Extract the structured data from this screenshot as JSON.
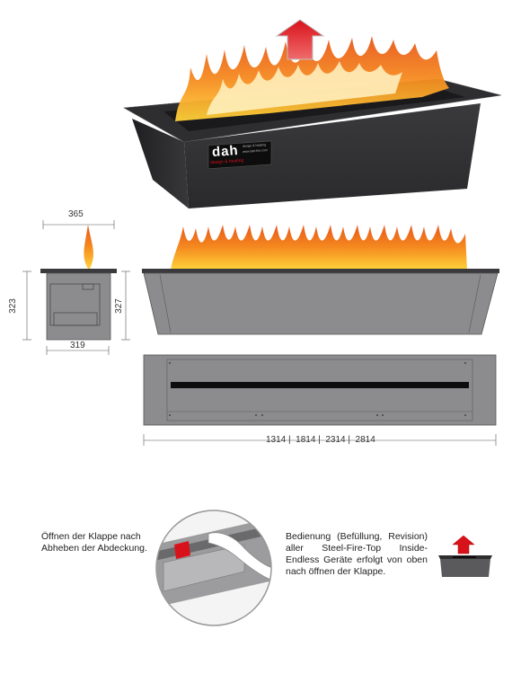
{
  "logo": {
    "brand": "dah",
    "tagline": "design & heating",
    "plate_lines": [
      "design & heating",
      "www.dah-fire.com"
    ]
  },
  "front_view": {
    "width_top": "365",
    "height_left": "323",
    "height_right": "327",
    "width_bottom": "319"
  },
  "lengths": "1314 |  1814 |  2314 |  2814",
  "captions": {
    "left": "Öffnen der Klappe nach Abheben der Abdeckung.",
    "right": "Bedienung (Befüllung, Revision) aller Steel-Fire-Top Inside-Endless Geräte erfolgt von oben nach öffnen der Klappe."
  },
  "colors": {
    "steel_dark": "#3a3a3c",
    "steel_side": "#2c2c2e",
    "steel_face": "#8c8c8e",
    "flame_orange": "#f58a1f",
    "flame_yellow": "#ffd23a",
    "arrow_red": "#d8121b"
  },
  "icons": [
    "flame-icon",
    "up-arrow-icon"
  ]
}
